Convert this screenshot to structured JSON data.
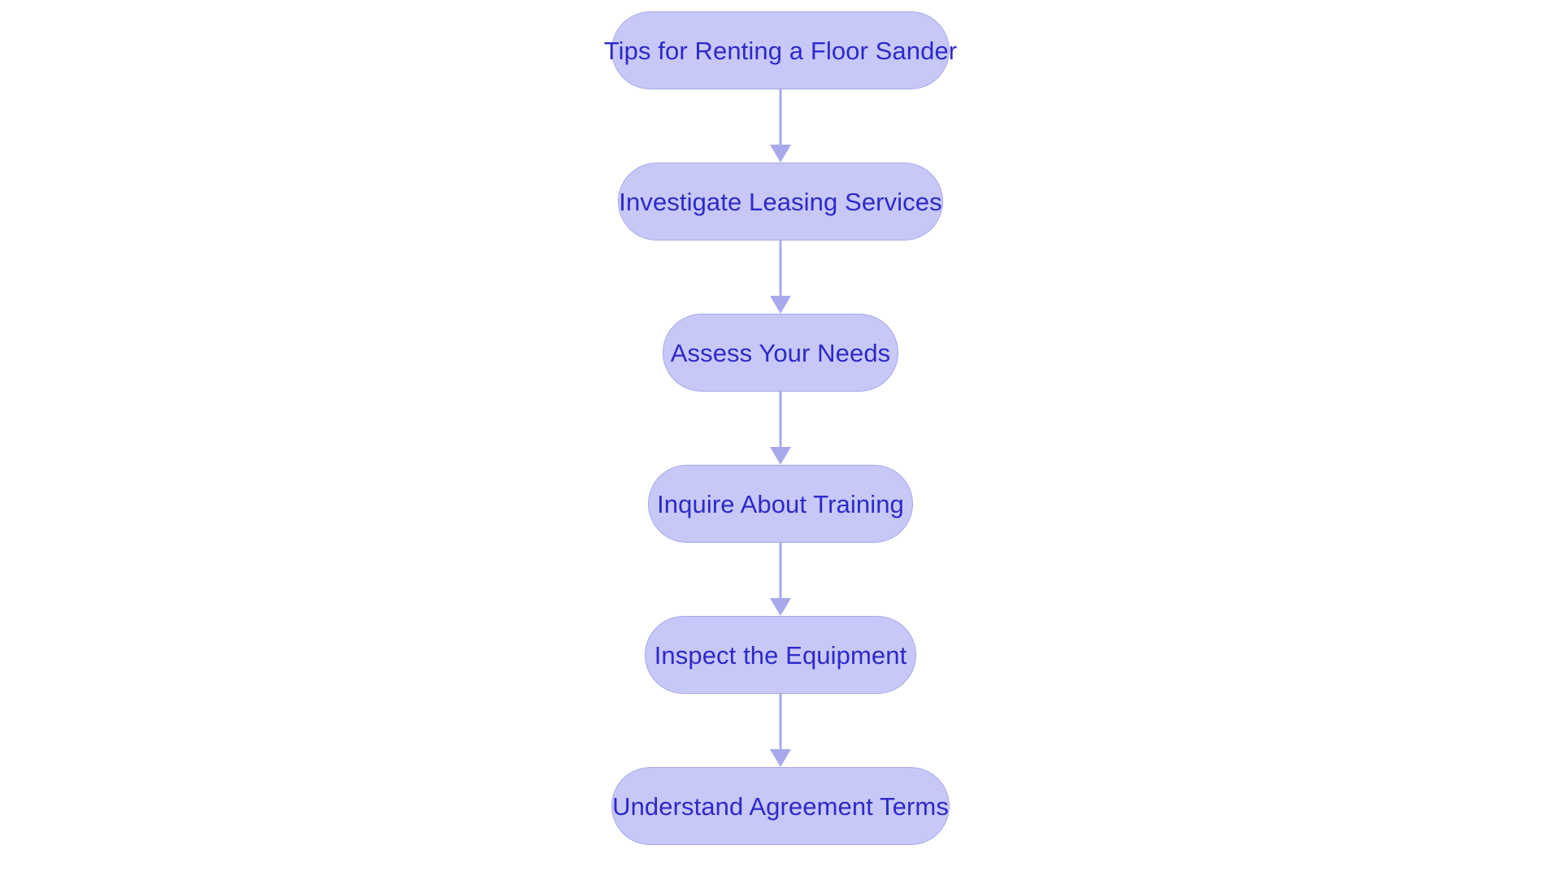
{
  "diagram": {
    "type": "flowchart",
    "orientation": "vertical-top-to-bottom",
    "background_color": "#ffffff",
    "node_fill_color": "#c7c8f7",
    "node_border_color": "#a7a9ea",
    "node_text_color": "#2d2ac9",
    "connector_color": "#a7a9ea",
    "title": "Tips for Renting a Floor Sander",
    "nodes": [
      {
        "id": "n0",
        "label": "Tips for Renting a Floor Sander"
      },
      {
        "id": "n1",
        "label": "Investigate Leasing Services"
      },
      {
        "id": "n2",
        "label": "Assess Your Needs"
      },
      {
        "id": "n3",
        "label": "Inquire About Training"
      },
      {
        "id": "n4",
        "label": "Inspect the Equipment"
      },
      {
        "id": "n5",
        "label": "Understand Agreement Terms"
      }
    ],
    "edges": [
      {
        "from": "n0",
        "to": "n1",
        "arrow": "down"
      },
      {
        "from": "n1",
        "to": "n2",
        "arrow": "down"
      },
      {
        "from": "n2",
        "to": "n3",
        "arrow": "down"
      },
      {
        "from": "n3",
        "to": "n4",
        "arrow": "down"
      },
      {
        "from": "n4",
        "to": "n5",
        "arrow": "down"
      }
    ]
  }
}
